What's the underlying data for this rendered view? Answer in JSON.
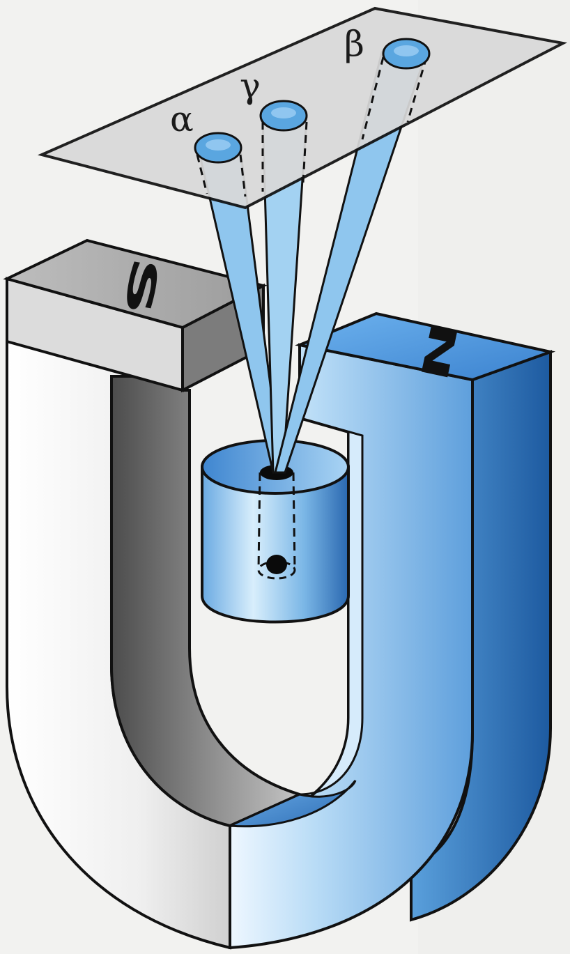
{
  "labels": {
    "alpha": "α",
    "gamma": "γ",
    "beta": "β",
    "south_pole": "S",
    "north_pole": "N"
  },
  "colors": {
    "blue_light": "#bfe1f8",
    "blue_mid": "#6eb0e6",
    "blue_dark": "#2a6cb6",
    "grey_light": "#f2f2f2",
    "grey_mid": "#bcbcbc",
    "grey_dark": "#6a6a6a",
    "beam": "#8fc6ee",
    "spot": "#5aa6e0",
    "outline": "#111111"
  },
  "icons": [
    "magnet-icon",
    "radioactive-source-icon",
    "detection-plate-icon"
  ]
}
